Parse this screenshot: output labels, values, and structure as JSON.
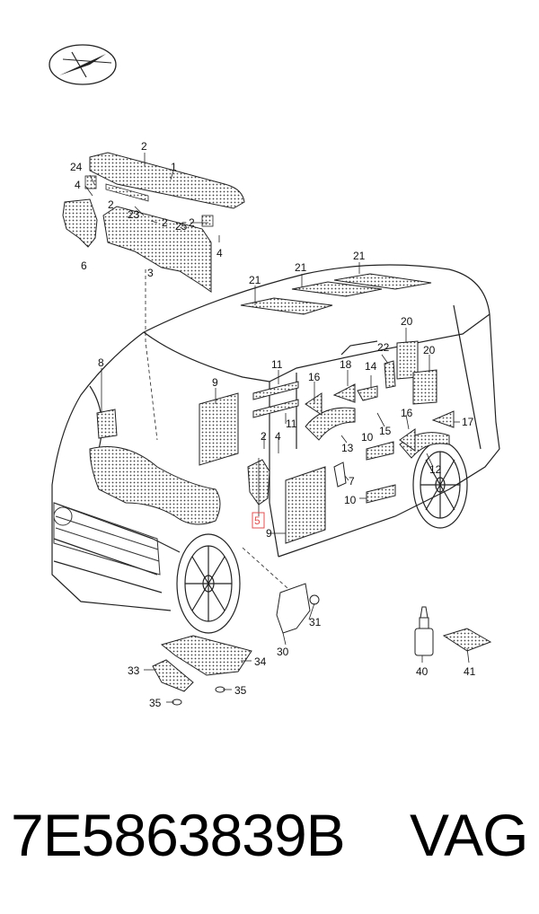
{
  "footer": {
    "part_number": "7E5863839B",
    "brand": "VAG"
  },
  "highlight_color": "#e05050",
  "labels": {
    "l1": "1",
    "l2a": "2",
    "l2b": "2",
    "l2c": "2",
    "l2d": "2",
    "l3": "3",
    "l4a": "4",
    "l4b": "4",
    "l4c": "4",
    "l5": "5",
    "l6": "6",
    "l7": "7",
    "l8": "8",
    "l9a": "9",
    "l9b": "9",
    "l10a": "10",
    "l10b": "10",
    "l11a": "11",
    "l11b": "11",
    "l12": "12",
    "l13": "13",
    "l14": "14",
    "l15": "15",
    "l16a": "16",
    "l16b": "16",
    "l17": "17",
    "l18": "18",
    "l20a": "20",
    "l20b": "20",
    "l21a": "21",
    "l21b": "21",
    "l21c": "21",
    "l22": "22",
    "l23": "23",
    "l24": "24",
    "l25": "25",
    "l30": "30",
    "l31": "31",
    "l33": "33",
    "l34": "34",
    "l35a": "35",
    "l35b": "35",
    "l40": "40",
    "l41": "41"
  }
}
